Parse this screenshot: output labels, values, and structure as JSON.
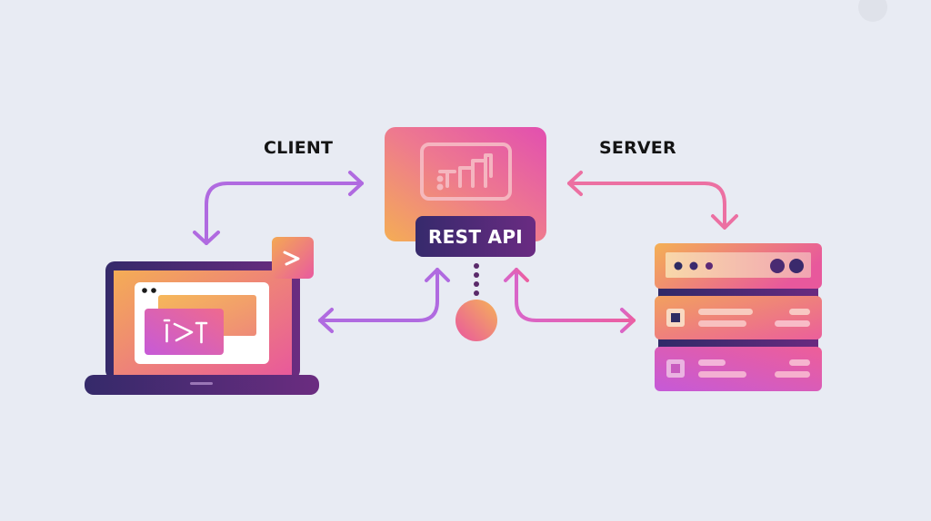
{
  "diagram": {
    "labels": {
      "client": "CLIENT",
      "server": "SERVER",
      "api": "REST API"
    },
    "nodes": [
      {
        "id": "client",
        "type": "laptop",
        "icon": "laptop-icon"
      },
      {
        "id": "api",
        "type": "api-card",
        "icon": "chart-bars-icon"
      },
      {
        "id": "server",
        "type": "server-stack",
        "icon": "server-icon"
      },
      {
        "id": "hub",
        "type": "circle",
        "icon": "circle-node-icon"
      }
    ],
    "edges": [
      {
        "from": "api",
        "to": "client",
        "bidirectional": true,
        "color": "#b06ae0"
      },
      {
        "from": "api",
        "to": "server",
        "bidirectional": true,
        "color": "#ec6fa3"
      },
      {
        "from": "client",
        "to": "api",
        "bidirectional": true,
        "color": "#b06ae0"
      },
      {
        "from": "api",
        "to": "server",
        "bidirectional": true,
        "color": "#de5fc0"
      },
      {
        "from": "api",
        "to": "hub",
        "style": "dotted",
        "color": "#5a2a6a"
      }
    ],
    "colors": {
      "background": "#e8ebf3",
      "orange": "#f4a953",
      "pink": "#e95a9f",
      "magenta": "#d45ec8",
      "purple_dark": "#3b2a6e",
      "violet": "#b06ae0"
    }
  }
}
